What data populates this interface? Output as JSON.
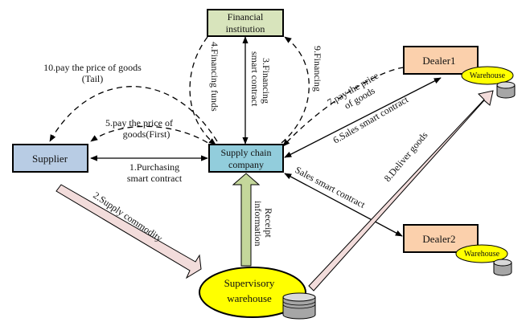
{
  "title": "Supply chain financing flow diagram",
  "nodes": {
    "financial_institution": {
      "line1": "Financial",
      "line2": "institution",
      "color": "#d8e4bc"
    },
    "supplier": {
      "label": "Supplier",
      "color": "#b8cce4"
    },
    "supply_chain_company": {
      "line1": "Supply chain",
      "line2": "company",
      "color": "#92cddc"
    },
    "dealer1": {
      "label": "Dealer1",
      "color": "#fac090",
      "warehouse": "Warehouse"
    },
    "dealer2": {
      "label": "Dealer2",
      "color": "#fac090",
      "warehouse": "Warehouse"
    },
    "supervisory_warehouse": {
      "line1": "Supervisory",
      "line2": "warehouse",
      "color": "#ffff00"
    }
  },
  "edges": {
    "e1": {
      "line1": "1.Purchasing",
      "line2": "smart contract"
    },
    "e2": {
      "label": "2.Supply commodity"
    },
    "e3": {
      "line1": "3.Financing",
      "line2": "smart contract"
    },
    "e4": {
      "label": "4.Financing funds"
    },
    "e5": {
      "line1": "5.pay the price of",
      "line2": "goods(First)"
    },
    "e6": {
      "label": "6.Sales smart contract"
    },
    "e7": {
      "line1": "7.pay the price",
      "line2": "of goods"
    },
    "e8": {
      "label": "8.Deliver goods"
    },
    "e9": {
      "label": "9.Financing"
    },
    "e10": {
      "line1": "10.pay the price of goods",
      "line2": "(Tail)"
    },
    "sales_dealer2": {
      "label": "Sales smart contract"
    },
    "receipt": {
      "line1": "Receipt",
      "line2": "information"
    }
  },
  "colors": {
    "arrow_pink": "#f2dcdb",
    "arrow_green": "#c4d79b",
    "disk_gray": "#a6a6a6",
    "yellow": "#ffff00"
  }
}
